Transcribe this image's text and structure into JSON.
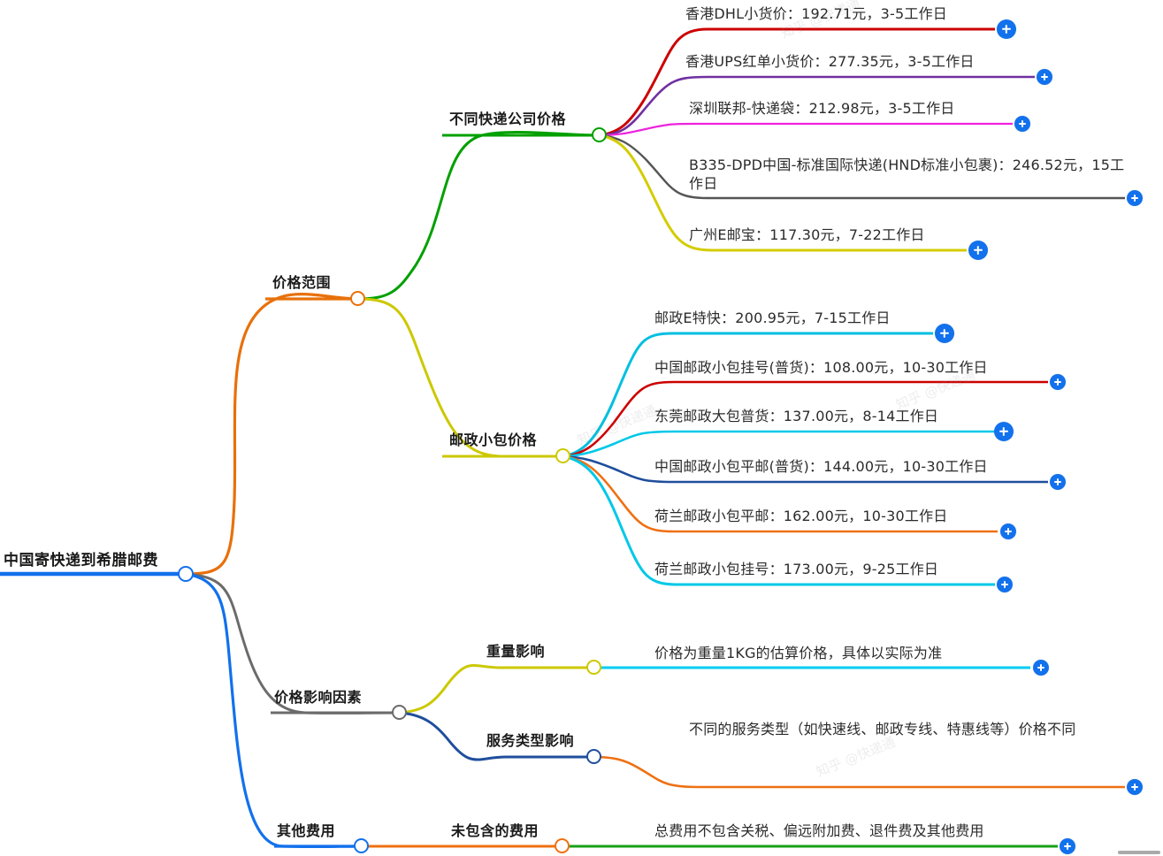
{
  "diagram": {
    "type": "mindmap",
    "title": "中国寄快递到希腊邮费",
    "root": {
      "label": "中国寄快递到希腊邮费",
      "color": "#1271ec"
    },
    "branches": [
      {
        "label": "价格范围",
        "color": "#e8700a",
        "children": [
          {
            "label": "不同快递公司价格",
            "color": "#00a000",
            "children": [
              {
                "label": "香港DHL小货价：192.71元，3-5工作日",
                "color": "#cc0000"
              },
              {
                "label": "香港UPS红单小货价：277.35元，3-5工作日",
                "color": "#7030a0"
              },
              {
                "label": "深圳联邦-快递袋：212.98元，3-5工作日",
                "color": "#ee22dd"
              },
              {
                "label": "B335-DPD中国-标准国际快递(HND标准小包裹)：246.52元，15工作日",
                "color": "#555555"
              },
              {
                "label": "广州E邮宝：117.30元，7-22工作日",
                "color": "#d4cc00"
              }
            ]
          },
          {
            "label": "邮政小包价格",
            "color": "#ccc800",
            "children": [
              {
                "label": "邮政E特快：200.95元，7-15工作日",
                "color": "#00bfe0"
              },
              {
                "label": "中国邮政小包挂号(普货)：108.00元，10-30工作日",
                "color": "#cc0000"
              },
              {
                "label": "东莞邮政大包普货：137.00元，8-14工作日",
                "color": "#00c8e8"
              },
              {
                "label": "中国邮政小包平邮(普货)：144.00元，10-30工作日",
                "color": "#1f4e9c"
              },
              {
                "label": "荷兰邮政小包平邮：162.00元，10-30工作日",
                "color": "#ef7012"
              },
              {
                "label": "荷兰邮政小包挂号：173.00元，9-25工作日",
                "color": "#00c8e8"
              }
            ]
          }
        ]
      },
      {
        "label": "价格影响因素",
        "color": "#6b6b6b",
        "children": [
          {
            "label": "重量影响",
            "color": "#ccc800",
            "children": [
              {
                "label": "价格为重量1KG的估算价格，具体以实际为准",
                "color": "#00cdf0"
              }
            ]
          },
          {
            "label": "服务类型影响",
            "color": "#1f4e9c",
            "children": [
              {
                "label": "不同的服务类型（如快速线、邮政专线、特惠线等）价格不同",
                "color": "#ef7012"
              }
            ]
          }
        ]
      },
      {
        "label": "其他费用",
        "color": "#1271ec",
        "children": [
          {
            "label": "未包含的费用",
            "color": "#ef7012",
            "children": [
              {
                "label": "总费用不包含关税、偏远附加费、退件费及其他费用",
                "color": "#18a018"
              }
            ]
          }
        ]
      }
    ],
    "controls": {
      "expand_icon": "plus-icon",
      "expand_label": "+"
    }
  }
}
